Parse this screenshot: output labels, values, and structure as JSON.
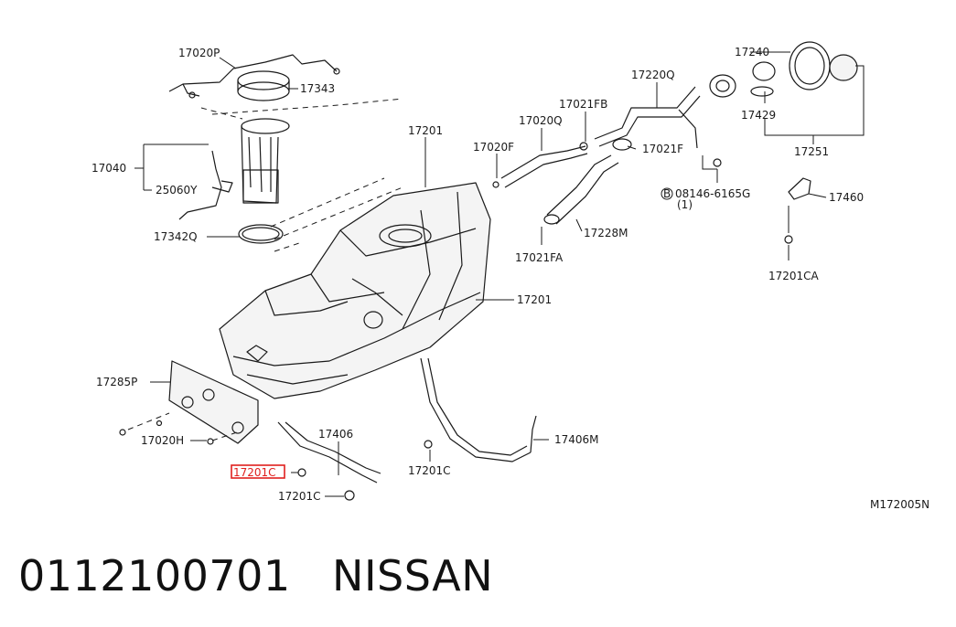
{
  "caption": {
    "part_number": "0112100701",
    "brand": "NISSAN"
  },
  "diagram": {
    "code": "M172005N",
    "callouts": [
      "17020P",
      "17343",
      "17040",
      "25060Y",
      "17342Q",
      "17201",
      "17020F",
      "17020Q",
      "17021FB",
      "17220Q",
      "17021F",
      "17240",
      "17429",
      "17251",
      "08146-6165G",
      "(1)",
      "17460",
      "17201CA",
      "17228M",
      "17021FA",
      "17201",
      "17285P",
      "17020H",
      "17406",
      "17201C",
      "17201C",
      "17201C",
      "17406M"
    ],
    "highlight": "17201C",
    "highlight_color": "#e0201e"
  }
}
